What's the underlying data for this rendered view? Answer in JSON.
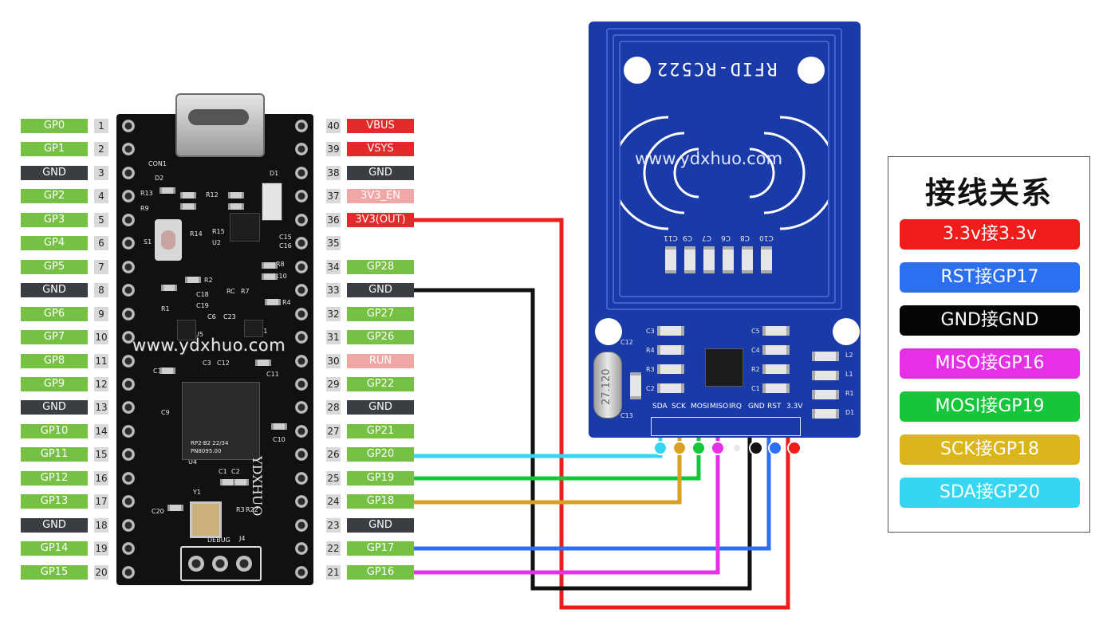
{
  "pico": {
    "left_pins": [
      {
        "num": "1",
        "label": "GP0",
        "type": "gpio"
      },
      {
        "num": "2",
        "label": "GP1",
        "type": "gpio"
      },
      {
        "num": "3",
        "label": "GND",
        "type": "gnd"
      },
      {
        "num": "4",
        "label": "GP2",
        "type": "gpio"
      },
      {
        "num": "5",
        "label": "GP3",
        "type": "gpio"
      },
      {
        "num": "6",
        "label": "GP4",
        "type": "gpio"
      },
      {
        "num": "7",
        "label": "GP5",
        "type": "gpio"
      },
      {
        "num": "8",
        "label": "GND",
        "type": "gnd"
      },
      {
        "num": "9",
        "label": "GP6",
        "type": "gpio"
      },
      {
        "num": "10",
        "label": "GP7",
        "type": "gpio"
      },
      {
        "num": "11",
        "label": "GP8",
        "type": "gpio"
      },
      {
        "num": "12",
        "label": "GP9",
        "type": "gpio"
      },
      {
        "num": "13",
        "label": "GND",
        "type": "gnd"
      },
      {
        "num": "14",
        "label": "GP10",
        "type": "gpio"
      },
      {
        "num": "15",
        "label": "GP11",
        "type": "gpio"
      },
      {
        "num": "16",
        "label": "GP12",
        "type": "gpio"
      },
      {
        "num": "17",
        "label": "GP13",
        "type": "gpio"
      },
      {
        "num": "18",
        "label": "GND",
        "type": "gnd"
      },
      {
        "num": "19",
        "label": "GP14",
        "type": "gpio"
      },
      {
        "num": "20",
        "label": "GP15",
        "type": "gpio"
      }
    ],
    "right_pins": [
      {
        "num": "40",
        "label": "VBUS",
        "type": "power"
      },
      {
        "num": "39",
        "label": "VSYS",
        "type": "power"
      },
      {
        "num": "38",
        "label": "GND",
        "type": "gnd"
      },
      {
        "num": "37",
        "label": "3V3_EN",
        "type": "control"
      },
      {
        "num": "36",
        "label": "3V3(OUT)",
        "type": "power"
      },
      {
        "num": "35",
        "label": "",
        "type": "none"
      },
      {
        "num": "34",
        "label": "GP28",
        "type": "gpio"
      },
      {
        "num": "33",
        "label": "GND",
        "type": "gnd"
      },
      {
        "num": "32",
        "label": "GP27",
        "type": "gpio"
      },
      {
        "num": "31",
        "label": "GP26",
        "type": "gpio"
      },
      {
        "num": "30",
        "label": "RUN",
        "type": "control"
      },
      {
        "num": "29",
        "label": "GP22",
        "type": "gpio"
      },
      {
        "num": "28",
        "label": "GND",
        "type": "gnd"
      },
      {
        "num": "27",
        "label": "GP21",
        "type": "gpio"
      },
      {
        "num": "26",
        "label": "GP20",
        "type": "gpio"
      },
      {
        "num": "25",
        "label": "GP19",
        "type": "gpio"
      },
      {
        "num": "24",
        "label": "GP18",
        "type": "gpio"
      },
      {
        "num": "23",
        "label": "GND",
        "type": "gnd"
      },
      {
        "num": "22",
        "label": "GP17",
        "type": "gpio"
      },
      {
        "num": "21",
        "label": "GP16",
        "type": "gpio"
      }
    ],
    "watermark": "www.ydxhuo.com",
    "brand": "YDXHUO",
    "silkscreen": {
      "con1": "CON1",
      "d1": "D1",
      "d2": "D2",
      "r13": "R13",
      "r9": "R9",
      "r12": "R12",
      "r14": "R14",
      "r15": "R15",
      "u2": "U2",
      "s1": "S1",
      "c15": "C15",
      "c16": "C16",
      "r8": "R8",
      "r10": "R10",
      "r2": "R2",
      "r1": "R1",
      "c18": "C18",
      "c19": "C19",
      "r4": "R4",
      "rc": "RC",
      "r7": "R7",
      "c6": "C6",
      "c23": "C23",
      "q1": "Q1",
      "u5": "U5",
      "c3": "C3",
      "c12": "C12",
      "c11": "C11",
      "c17": "C17",
      "c9": "C9",
      "c10": "C10",
      "u4": "U4",
      "c1": "C1",
      "c2": "C2",
      "c20": "C20",
      "y1": "Y1",
      "r3": "R3",
      "r22": "R22",
      "j4": "J4",
      "debug": "DEBUG",
      "chip_line1": "RP2-B2  22/34",
      "chip_line2": "PN8095.00"
    },
    "colors": {
      "gpio": "#76c043",
      "gnd": "#3a3d42",
      "power": "#e22a2a",
      "control": "#f2a7a7"
    }
  },
  "rfid": {
    "title": "RFID-RC522",
    "watermark": "www.ydxhuo.com",
    "crystal_label": "27.120",
    "top_caps": [
      "C11",
      "C9",
      "C7",
      "C6",
      "C8",
      "C10"
    ],
    "components": {
      "c12": "C12",
      "c13": "C13",
      "c3": "C3",
      "r4": "R4",
      "r3": "R3",
      "c2": "C2",
      "c5": "C5",
      "c4": "C4",
      "r2": "R2",
      "c1": "C1",
      "l2": "L2",
      "l1": "L1",
      "r1": "R1",
      "d1": "D1"
    },
    "pins": [
      {
        "label": "SDA",
        "color": "#37d6f0"
      },
      {
        "label": "SCK",
        "color": "#d9a024"
      },
      {
        "label": "MOSI",
        "color": "#15c53a"
      },
      {
        "label": "MISO",
        "color": "#e630e6"
      },
      {
        "label": "IRQ",
        "color": "#e8e8e8"
      },
      {
        "label": "GND",
        "color": "#111111"
      },
      {
        "label": "RST",
        "color": "#2c6ff0"
      },
      {
        "label": "3.3V",
        "color": "#ef1c1c"
      }
    ]
  },
  "wires": [
    {
      "name": "3v3-wire",
      "color": "#ef1c1c"
    },
    {
      "name": "gnd-wire",
      "color": "#111111"
    },
    {
      "name": "sda-wire",
      "color": "#37d6f0"
    },
    {
      "name": "mosi-wire",
      "color": "#15c53a"
    },
    {
      "name": "sck-wire",
      "color": "#d9a024"
    },
    {
      "name": "rst-wire",
      "color": "#2c6ff0"
    },
    {
      "name": "miso-wire",
      "color": "#e630e6"
    }
  ],
  "legend": {
    "title": "接线关系",
    "items": [
      {
        "label": "3.3v接3.3v",
        "bg": "#ef1c1c",
        "fg": "#ffffff"
      },
      {
        "label": "RST接GP17",
        "bg": "#2c6ff0",
        "fg": "#ffffff"
      },
      {
        "label": "GND接GND",
        "bg": "#050505",
        "fg": "#ffffff"
      },
      {
        "label": "MISO接GP16",
        "bg": "#e630e6",
        "fg": "#ffffff"
      },
      {
        "label": "MOSI接GP19",
        "bg": "#15c53a",
        "fg": "#ffffff"
      },
      {
        "label": "SCK接GP18",
        "bg": "#dbb51c",
        "fg": "#ffffff"
      },
      {
        "label": "SDA接GP20",
        "bg": "#37d6f0",
        "fg": "#ffffff"
      }
    ]
  }
}
